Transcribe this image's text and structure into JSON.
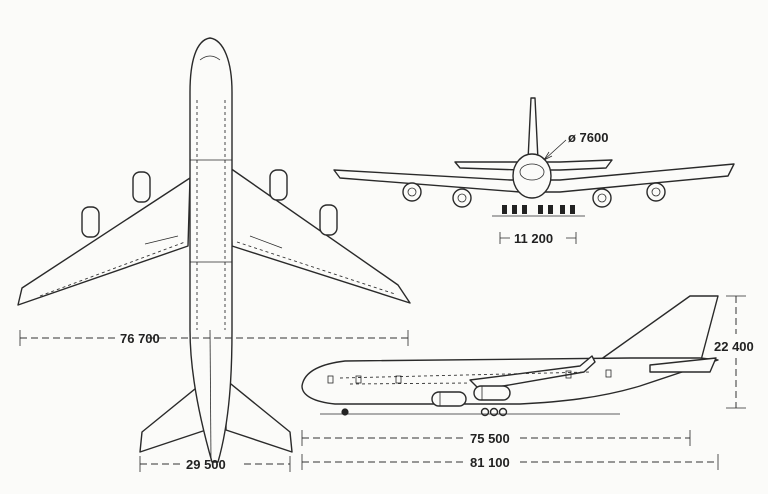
{
  "dimensions": {
    "wingspan": "76 700",
    "tailplane_span": "29 500",
    "fuselage_diameter": "ø 7600",
    "main_gear_track": "11 200",
    "fuselage_length": "75 500",
    "overall_length": "81 100",
    "height": "22 400"
  }
}
